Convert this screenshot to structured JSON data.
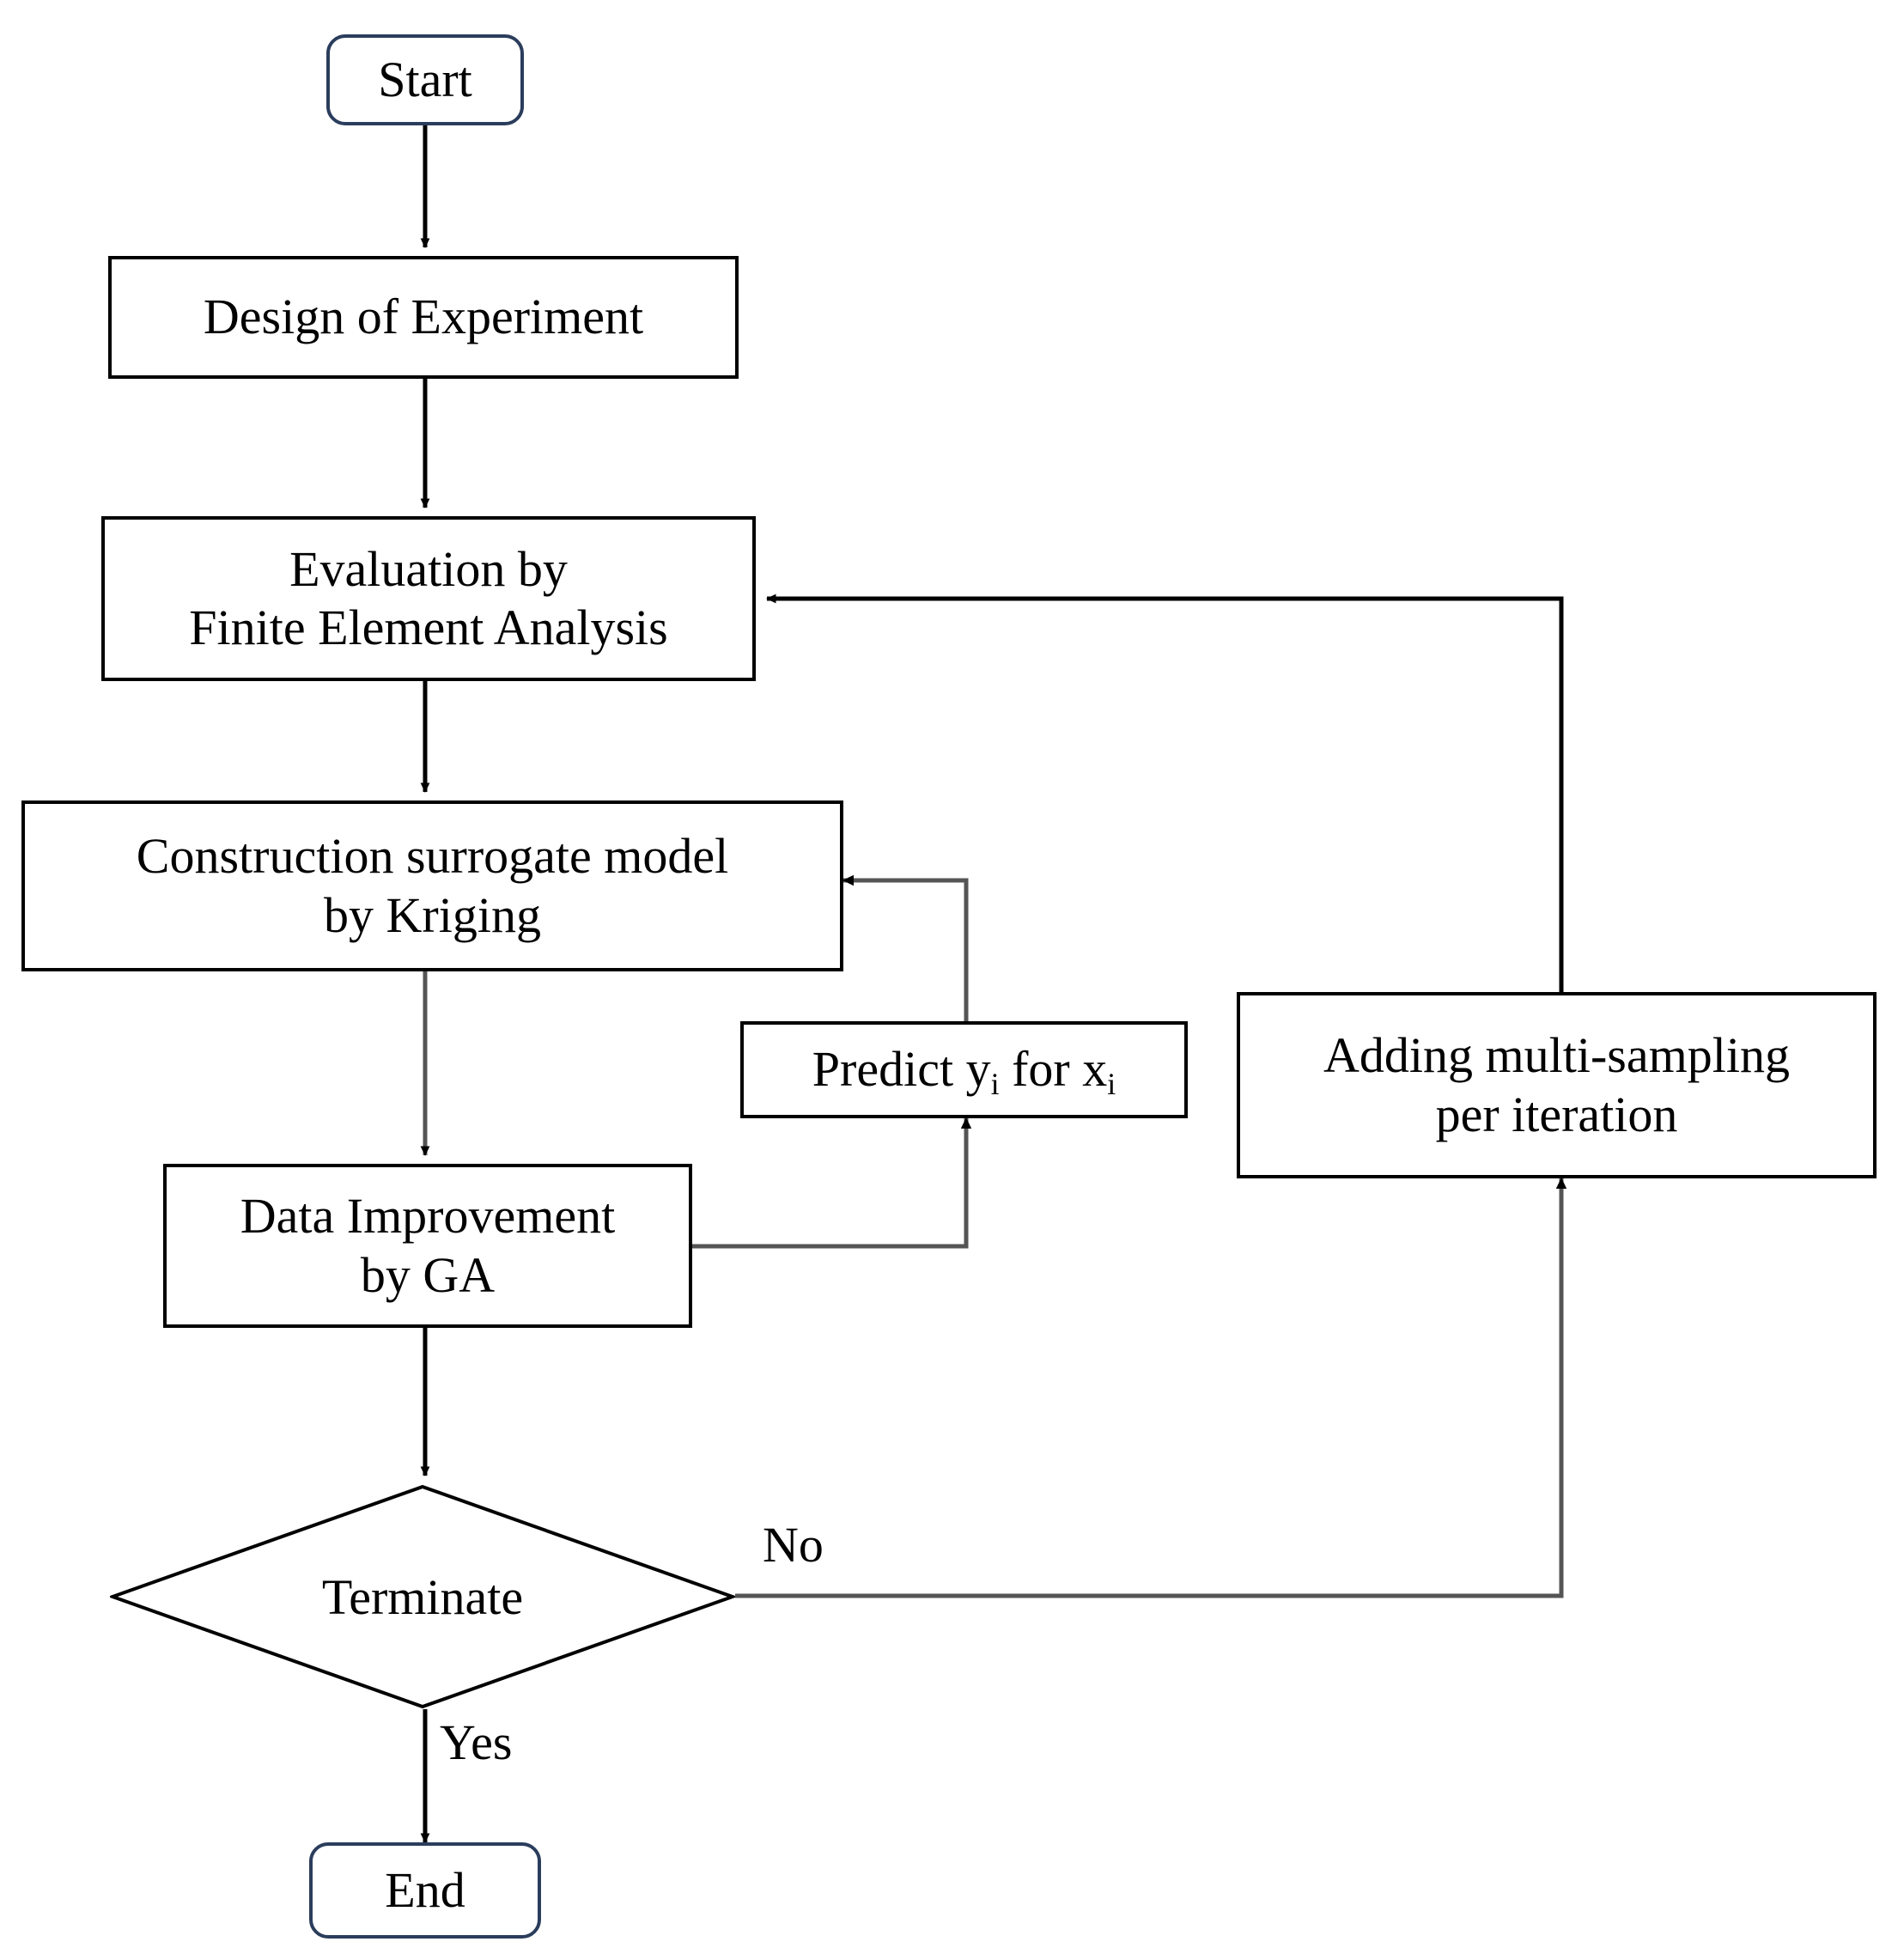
{
  "diagram": {
    "title": "Surrogate-model-based optimization flowchart",
    "type": "flowchart",
    "background_color": "#ffffff",
    "terminator_border_color": "#2b3d5c",
    "process_border_color": "#000000",
    "connector_color": "#000000",
    "soft_connector_color": "#555555"
  },
  "nodes": {
    "start": {
      "label": "Start",
      "shape": "terminator"
    },
    "doe": {
      "label": "Design of Experiment",
      "shape": "process"
    },
    "evaluation": {
      "label": "Evaluation by\nFinite Element Analysis",
      "shape": "process"
    },
    "kriging": {
      "label": "Construction surrogate model\nby Kriging",
      "shape": "process"
    },
    "predict": {
      "label_prefix": "Predict y",
      "label_sub1": "i",
      "label_mid": " for x",
      "label_sub2": "i",
      "shape": "process"
    },
    "sampling": {
      "label": "Adding multi-sampling\nper iteration",
      "shape": "process"
    },
    "improvement": {
      "label": "Data Improvement\nby GA",
      "shape": "process"
    },
    "terminate": {
      "label": "Terminate",
      "shape": "decision"
    },
    "end": {
      "label": "End",
      "shape": "terminator"
    }
  },
  "edge_labels": {
    "no": "No",
    "yes": "Yes"
  },
  "edges": [
    {
      "from": "start",
      "to": "doe",
      "label": ""
    },
    {
      "from": "doe",
      "to": "evaluation",
      "label": ""
    },
    {
      "from": "evaluation",
      "to": "kriging",
      "label": ""
    },
    {
      "from": "kriging",
      "to": "improvement",
      "label": ""
    },
    {
      "from": "improvement",
      "to": "predict",
      "label": ""
    },
    {
      "from": "predict",
      "to": "kriging",
      "label": ""
    },
    {
      "from": "improvement",
      "to": "terminate",
      "label": ""
    },
    {
      "from": "terminate",
      "to": "sampling",
      "label": "No"
    },
    {
      "from": "sampling",
      "to": "evaluation",
      "label": ""
    },
    {
      "from": "terminate",
      "to": "end",
      "label": "Yes"
    }
  ]
}
